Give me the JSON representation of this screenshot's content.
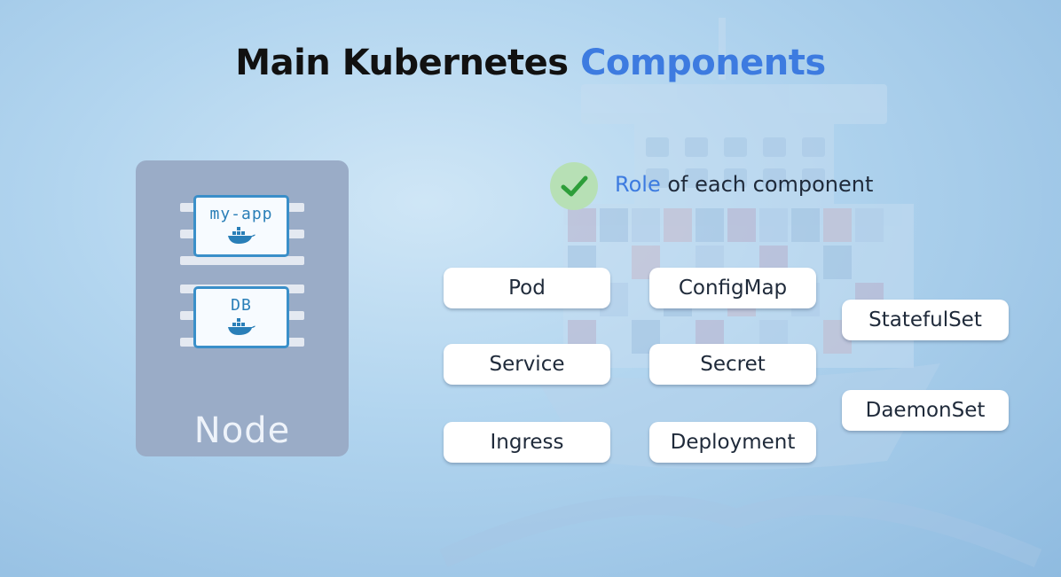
{
  "title": {
    "part1": "Main Kubernetes",
    "part2": "Components"
  },
  "node": {
    "label": "Node",
    "containers": [
      {
        "name": "my-app",
        "icon": "docker-whale-icon"
      },
      {
        "name": "DB",
        "icon": "docker-whale-icon"
      }
    ]
  },
  "role": {
    "accent": "Role",
    "rest": " of each component",
    "icon": "checkmark-icon"
  },
  "components": {
    "pod": "Pod",
    "service": "Service",
    "ingress": "Ingress",
    "configmap": "ConfigMap",
    "secret": "Secret",
    "deployment": "Deployment",
    "statefulset": "StatefulSet",
    "daemonset": "DaemonSet"
  },
  "colors": {
    "accent": "#3d7be0",
    "node": "#9aacc7",
    "container_border": "#3a8fc9",
    "check": "#2e9e3a"
  }
}
